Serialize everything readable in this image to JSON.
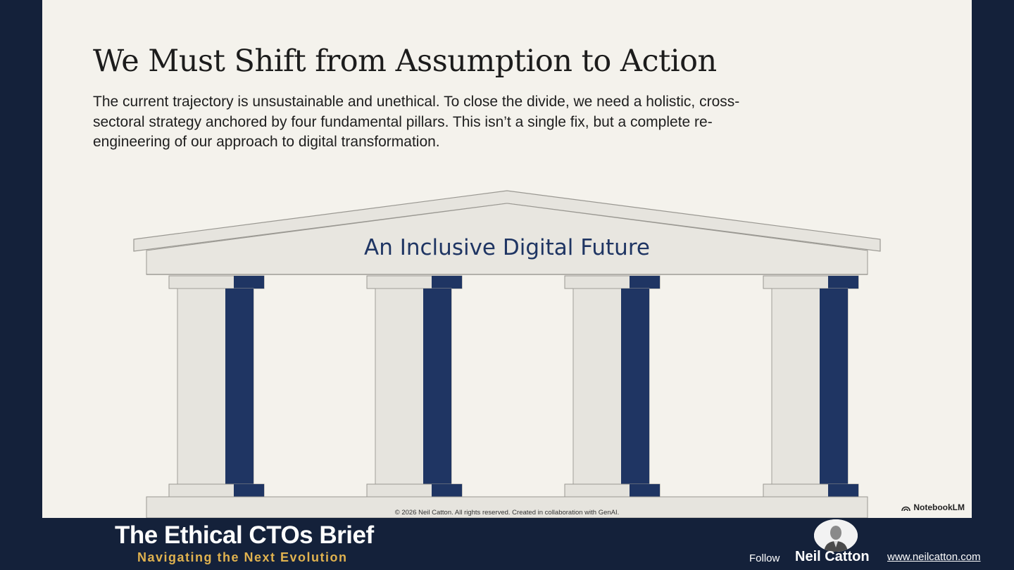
{
  "slide": {
    "title": "We Must Shift from Assumption to Action",
    "body": "The current trajectory is unsustainable and unethical. To close the divide, we need a holistic, cross-sectoral strategy anchored by four fundamental pillars. This isn’t a single fix, but a complete re-engineering of our approach to digital transformation.",
    "pediment_label": "An Inclusive Digital Future",
    "copyright": "© 2026 Neil Catton. All rights reserved. Created in collaboration with GenAI.",
    "watermark": "NotebookLM",
    "pillar_count": 4,
    "colors": {
      "accent": "#1f3563",
      "stone": "#e8e6e0",
      "background": "#f4f2ec"
    }
  },
  "footer": {
    "title": "The Ethical CTOs Brief",
    "subtitle": "Navigating the Next Evolution",
    "follow_label": "Follow",
    "name": "Neil Catton",
    "website": "www.neilcatton.com",
    "colors": {
      "background": "#14213a",
      "subtitle": "#e0b24f"
    }
  }
}
